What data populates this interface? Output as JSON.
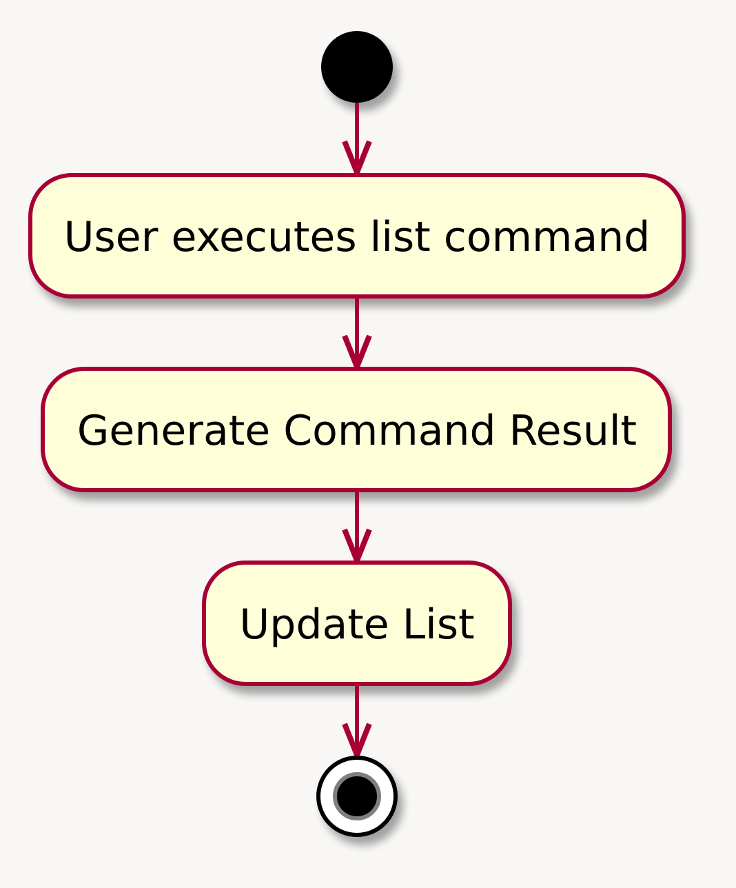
{
  "diagram": {
    "type": "activity",
    "colors": {
      "background": "#f8f7f5",
      "node_fill": "#fefed9",
      "node_border": "#a80036",
      "arrow": "#a80036",
      "start_node": "#000000",
      "end_node_ring": "#000000",
      "end_node_fill": "#ffffff",
      "end_node_inner_border": "#7f7f7f",
      "text": "#000000"
    },
    "start": {
      "name": "start-node"
    },
    "activities": [
      {
        "id": "a1",
        "label": "User executes list command"
      },
      {
        "id": "a2",
        "label": "Generate Command Result"
      },
      {
        "id": "a3",
        "label": "Update List"
      }
    ],
    "end": {
      "name": "end-node"
    },
    "flows": [
      {
        "from": "start",
        "to": "a1"
      },
      {
        "from": "a1",
        "to": "a2"
      },
      {
        "from": "a2",
        "to": "a3"
      },
      {
        "from": "a3",
        "to": "end"
      }
    ]
  }
}
